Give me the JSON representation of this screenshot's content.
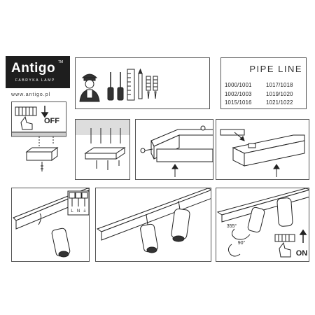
{
  "brand": {
    "name": "Antigo",
    "trademark": "TM",
    "tagline": "FABRYKA LAMP",
    "website": "www.antigo.pl"
  },
  "product": {
    "title": "PIPE LINE",
    "codes": [
      "1000/1001",
      "1017/1018",
      "1002/1003",
      "1019/1020",
      "1015/1016",
      "1021/1022"
    ]
  },
  "steps": {
    "off_label": "OFF",
    "on_label": "ON",
    "terminal_labels": [
      "L",
      "N",
      "⏚"
    ],
    "rotation_horizontal": "355°",
    "rotation_vertical": "90°"
  }
}
